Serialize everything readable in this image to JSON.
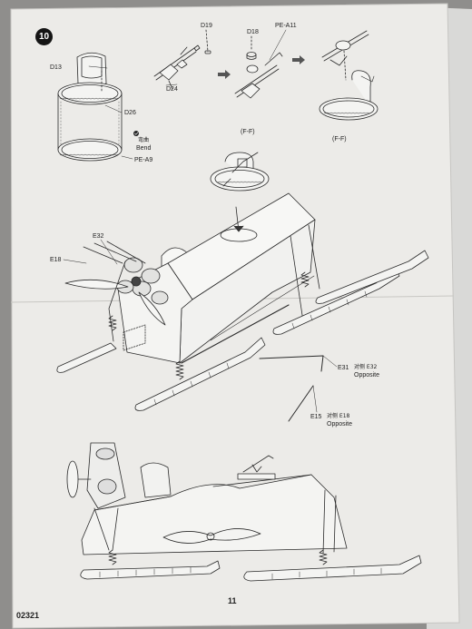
{
  "step": "10",
  "page_number": "11",
  "kit_number": "02321",
  "labels": {
    "d13": "D13",
    "d26": "D26",
    "bend_cn": "弯曲",
    "bend": "Bend",
    "pe_a9": "PE-A9",
    "d19": "D19",
    "d24": "D24",
    "d18": "D18",
    "pe_a11": "PE-A11",
    "ff_mid": "(F-F)",
    "ff_right": "(F-F)",
    "e32": "E32",
    "e18": "E18",
    "e31": "E31",
    "e31_cn": "对侧 E32",
    "e31_opp": "Opposite",
    "e15": "E15",
    "e15_cn": "对侧 E18",
    "e15_opp": "Opposite"
  }
}
